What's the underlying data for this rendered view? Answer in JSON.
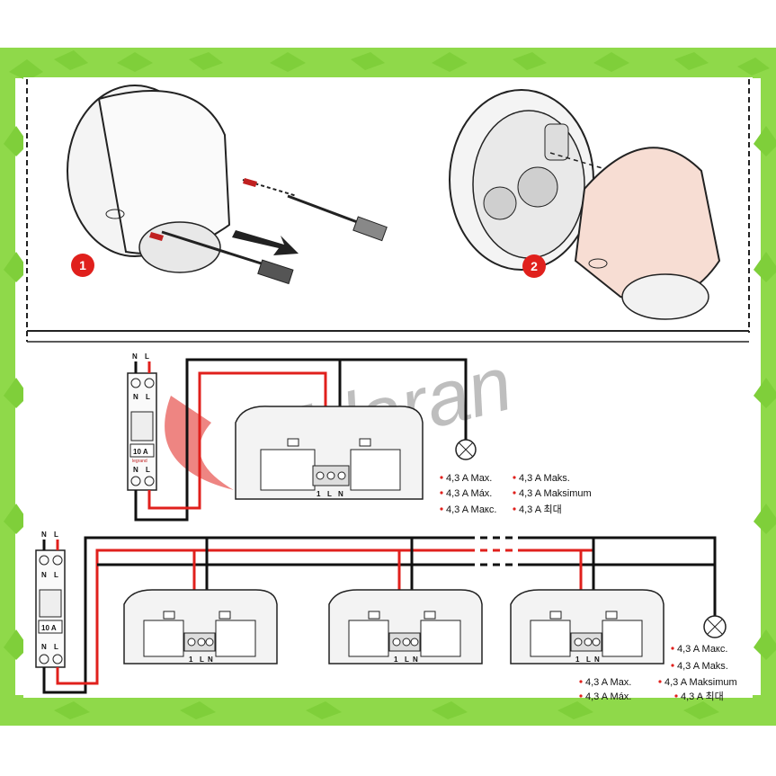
{
  "steps": [
    {
      "number": "1"
    },
    {
      "number": "2"
    }
  ],
  "watermark": "Edaran",
  "diagram_a": {
    "supply_labels": {
      "neutral": "N",
      "live": "L"
    },
    "breaker_terminals": {
      "neutral": "N",
      "live": "L"
    },
    "breaker_rating": "10 A",
    "breaker_brand": "legrand",
    "switch_terminals": {
      "t1": "1",
      "tL": "L",
      "tN": "N"
    },
    "load_notes": [
      "4,3 A Max.",
      "4,3 A Máx.",
      "4,3 A Макс.",
      "4,3 A Maks.",
      "4,3 A Maksimum",
      "4,3 A 최대"
    ]
  },
  "diagram_b": {
    "supply_labels": {
      "neutral": "N",
      "live": "L"
    },
    "breaker_terminals": {
      "neutral": "N",
      "live": "L"
    },
    "breaker_rating": "10 A",
    "switch_terminals": {
      "t1": "1",
      "tL": "L",
      "tN": "N"
    },
    "load_notes": [
      "4,3 A Макс.",
      "4,3 A Maks.",
      "4,3 A Maksimum",
      "4,3 A 최대",
      "4,3 A Max.",
      "4,3 A Máx."
    ]
  },
  "colors": {
    "live_wire": "#e0201c",
    "neutral_wire": "#111111",
    "frame": "#7fcf3a",
    "badge": "#e0201c",
    "lens": "#f7ddd3"
  }
}
